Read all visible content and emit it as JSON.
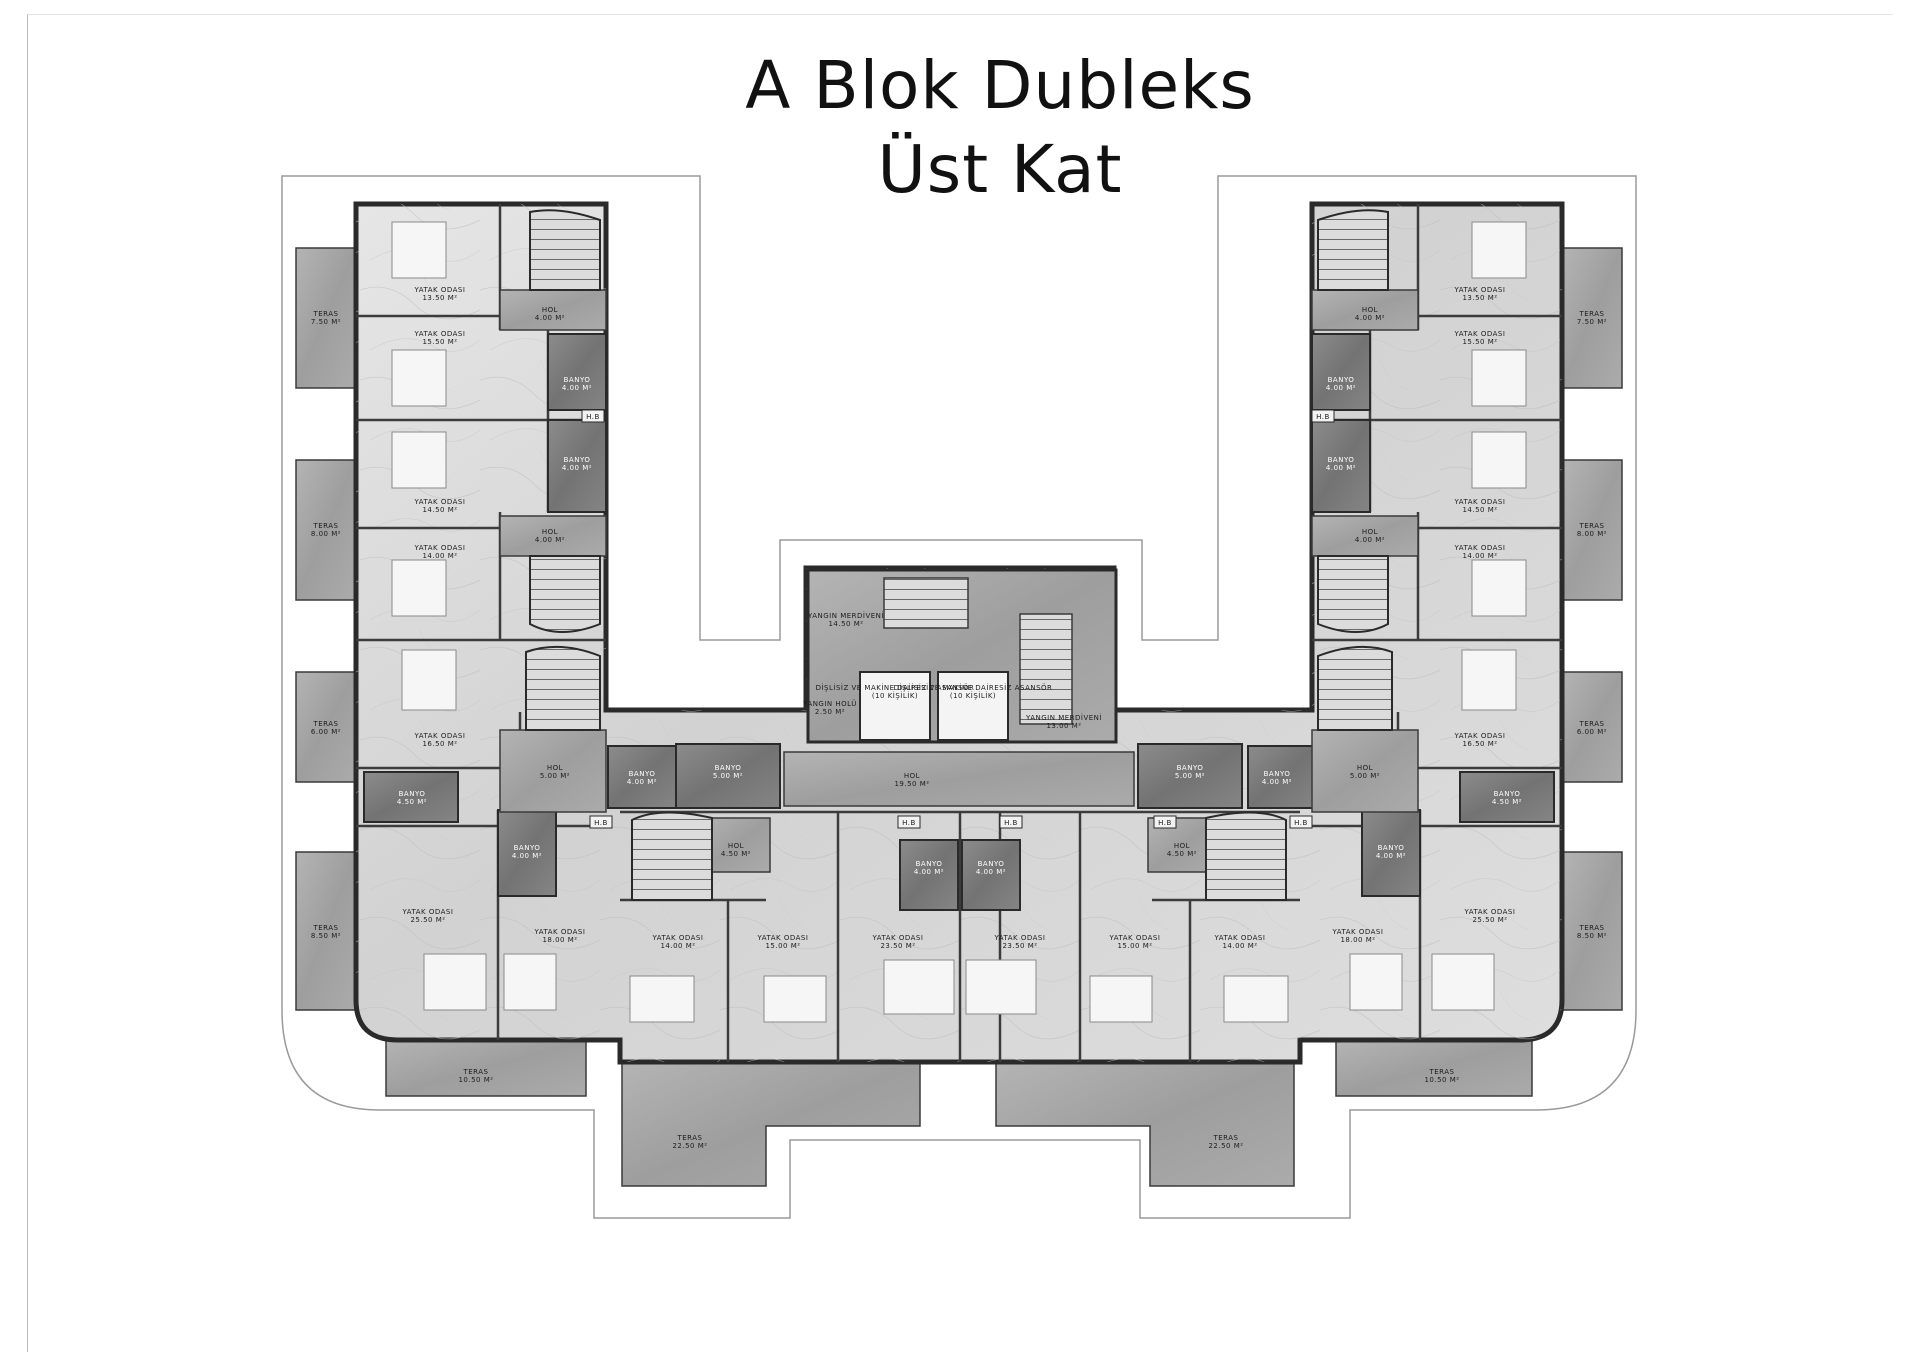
{
  "title": {
    "line1": "A Blok Dubleks",
    "line2": "Üst Kat"
  },
  "rooms": [
    {
      "id": "l1a",
      "name": "YATAK ODASI",
      "area": "13.50 M²"
    },
    {
      "id": "l1b",
      "name": "YATAK ODASI",
      "area": "15.50 M²"
    },
    {
      "id": "l1h",
      "name": "HOL",
      "area": "4.00 M²"
    },
    {
      "id": "l1ba",
      "name": "BANYO",
      "area": "4.00 M²"
    },
    {
      "id": "l2ba",
      "name": "BANYO",
      "area": "4.00 M²"
    },
    {
      "id": "l2a",
      "name": "YATAK ODASI",
      "area": "14.50 M²"
    },
    {
      "id": "l2h",
      "name": "HOL",
      "area": "4.00 M²"
    },
    {
      "id": "l2b",
      "name": "YATAK ODASI",
      "area": "14.00 M²"
    },
    {
      "id": "l3a",
      "name": "YATAK ODASI",
      "area": "16.50 M²"
    },
    {
      "id": "l3h",
      "name": "HOL",
      "area": "5.00 M²"
    },
    {
      "id": "l3ba",
      "name": "BANYO",
      "area": "4.50 M²"
    },
    {
      "id": "l3bb",
      "name": "BANYO",
      "area": "4.00 M²"
    },
    {
      "id": "l4a",
      "name": "YATAK ODASI",
      "area": "25.50 M²"
    },
    {
      "id": "l4b",
      "name": "YATAK ODASI",
      "area": "18.00 M²"
    },
    {
      "id": "l4ba",
      "name": "BANYO",
      "area": "4.00 M²"
    },
    {
      "id": "cf",
      "name": "YANGIN MERDİVENİ",
      "area": "14.50 M²"
    },
    {
      "id": "ch",
      "name": "YANGIN HOLÜ",
      "area": "2.50 M²"
    },
    {
      "id": "ce1",
      "name": "DİŞLİSİZ VE MAKİNE DAİRESİZ ASANSÖR",
      "area": "(10 KİŞİLİK)"
    },
    {
      "id": "ce2",
      "name": "DİŞLİSİZ VE MAKİNE DAİRESİZ ASANSÖR",
      "area": "(10 KİŞİLİK)"
    },
    {
      "id": "cf2",
      "name": "YANGIN MERDİVENİ",
      "area": "13.00 M²"
    },
    {
      "id": "chol",
      "name": "HOL",
      "area": "19.50 M²"
    },
    {
      "id": "c1ba",
      "name": "BANYO",
      "area": "5.00 M²"
    },
    {
      "id": "c1h",
      "name": "HOL",
      "area": "4.50 M²"
    },
    {
      "id": "c1a",
      "name": "YATAK ODASI",
      "area": "14.00 M²"
    },
    {
      "id": "c1b",
      "name": "YATAK ODASI",
      "area": "15.00 M²"
    },
    {
      "id": "c1c",
      "name": "YATAK ODASI",
      "area": "23.50 M²"
    },
    {
      "id": "c1bb",
      "name": "BANYO",
      "area": "4.00 M²"
    },
    {
      "id": "c2bb",
      "name": "BANYO",
      "area": "4.00 M²"
    },
    {
      "id": "c2c",
      "name": "YATAK ODASI",
      "area": "23.50 M²"
    },
    {
      "id": "c2b",
      "name": "YATAK ODASI",
      "area": "15.00 M²"
    },
    {
      "id": "c2a",
      "name": "YATAK ODASI",
      "area": "14.00 M²"
    },
    {
      "id": "c2h",
      "name": "HOL",
      "area": "4.50 M²"
    },
    {
      "id": "c2ba",
      "name": "BANYO",
      "area": "5.00 M²"
    },
    {
      "id": "r1a",
      "name": "YATAK ODASI",
      "area": "13.50 M²"
    },
    {
      "id": "r1b",
      "name": "YATAK ODASI",
      "area": "15.50 M²"
    },
    {
      "id": "r1h",
      "name": "HOL",
      "area": "4.00 M²"
    },
    {
      "id": "r1ba",
      "name": "BANYO",
      "area": "4.00 M²"
    },
    {
      "id": "r2ba",
      "name": "BANYO",
      "area": "4.00 M²"
    },
    {
      "id": "r2a",
      "name": "YATAK ODASI",
      "area": "14.50 M²"
    },
    {
      "id": "r2h",
      "name": "HOL",
      "area": "4.00 M²"
    },
    {
      "id": "r2b",
      "name": "YATAK ODASI",
      "area": "14.00 M²"
    },
    {
      "id": "r3a",
      "name": "YATAK ODASI",
      "area": "16.50 M²"
    },
    {
      "id": "r3h",
      "name": "HOL",
      "area": "5.00 M²"
    },
    {
      "id": "r3ba",
      "name": "BANYO",
      "area": "4.50 M²"
    },
    {
      "id": "r3bb",
      "name": "BANYO",
      "area": "4.00 M²"
    },
    {
      "id": "r4a",
      "name": "YATAK ODASI",
      "area": "25.50 M²"
    },
    {
      "id": "r4b",
      "name": "YATAK ODASI",
      "area": "18.00 M²"
    },
    {
      "id": "r4ba",
      "name": "BANYO",
      "area": "4.00 M²"
    }
  ],
  "terraces": [
    {
      "id": "tl1",
      "name": "TERAS",
      "area": "7.50 M²"
    },
    {
      "id": "tl2",
      "name": "TERAS",
      "area": "8.00 M²"
    },
    {
      "id": "tl3",
      "name": "TERAS",
      "area": "6.00 M²"
    },
    {
      "id": "tl4",
      "name": "TERAS",
      "area": "8.50 M²"
    },
    {
      "id": "tbl",
      "name": "TERAS",
      "area": "10.50 M²"
    },
    {
      "id": "tcl",
      "name": "TERAS",
      "area": "22.50 M²"
    },
    {
      "id": "tcr",
      "name": "TERAS",
      "area": "22.50 M²"
    },
    {
      "id": "tbr",
      "name": "TERAS",
      "area": "10.50 M²"
    },
    {
      "id": "tr1",
      "name": "TERAS",
      "area": "7.50 M²"
    },
    {
      "id": "tr2",
      "name": "TERAS",
      "area": "8.00 M²"
    },
    {
      "id": "tr3",
      "name": "TERAS",
      "area": "6.00 M²"
    },
    {
      "id": "tr4",
      "name": "TERAS",
      "area": "8.50 M²"
    }
  ],
  "shafts": [
    {
      "id": "s1",
      "label": "H.B"
    },
    {
      "id": "s2",
      "label": "H.B"
    },
    {
      "id": "s3",
      "label": "H.B"
    },
    {
      "id": "s4",
      "label": "H.B"
    },
    {
      "id": "s5",
      "label": "H.B"
    },
    {
      "id": "s6",
      "label": "H.B"
    },
    {
      "id": "s7",
      "label": "H.B"
    }
  ]
}
